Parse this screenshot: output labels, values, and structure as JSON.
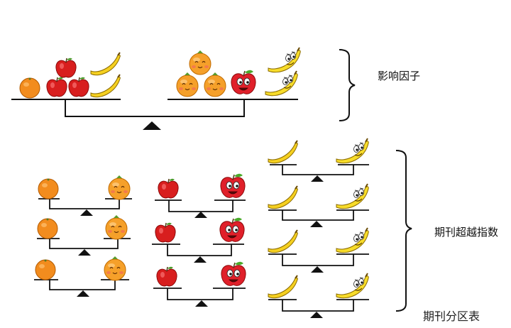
{
  "labels": {
    "influence_factor": "影响因子",
    "journal_surpass_index": "期刊超越指数",
    "journal_partition_table": "期刊分区表"
  },
  "colors": {
    "orange": "#F28C1E",
    "apple_red": "#D81E1E",
    "banana_yellow": "#F5D020",
    "line": "#111111"
  },
  "icons": [
    "orange-icon",
    "apple-icon",
    "banana-icon",
    "smiling-orange-icon",
    "smiling-apple-icon",
    "smiling-banana-icon",
    "fulcrum-icon",
    "right-brace-icon"
  ]
}
